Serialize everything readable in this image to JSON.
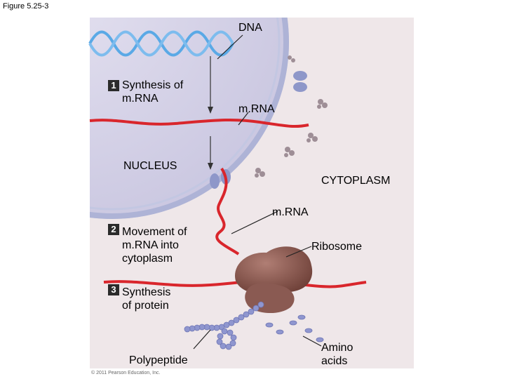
{
  "figure_label": "Figure 5.25-3",
  "labels": {
    "dna": "DNA",
    "mrna_nucleus": "m.RNA",
    "nucleus": "NUCLEUS",
    "cytoplasm": "CYTOPLASM",
    "mrna_cytoplasm": "m.RNA",
    "ribosome": "Ribosome",
    "polypeptide": "Polypeptide",
    "amino_acids": "Amino\nacids"
  },
  "steps": [
    {
      "number": "1",
      "text": "Synthesis of\nm.RNA"
    },
    {
      "number": "2",
      "text": "Movement of\nm.RNA into\ncytoplasm"
    },
    {
      "number": "3",
      "text": "Synthesis\nof protein"
    }
  ],
  "copyright": "© 2011 Pearson Education, Inc.",
  "colors": {
    "nucleus_fill": "#d6d3e8",
    "envelope": "#b8bddb",
    "dna": "#5aa9e6",
    "mrna": "#d9262c",
    "ribosome": "#8a5a52",
    "polypeptide": "#8f96cf",
    "cytoplasm": "#efe7e9"
  }
}
